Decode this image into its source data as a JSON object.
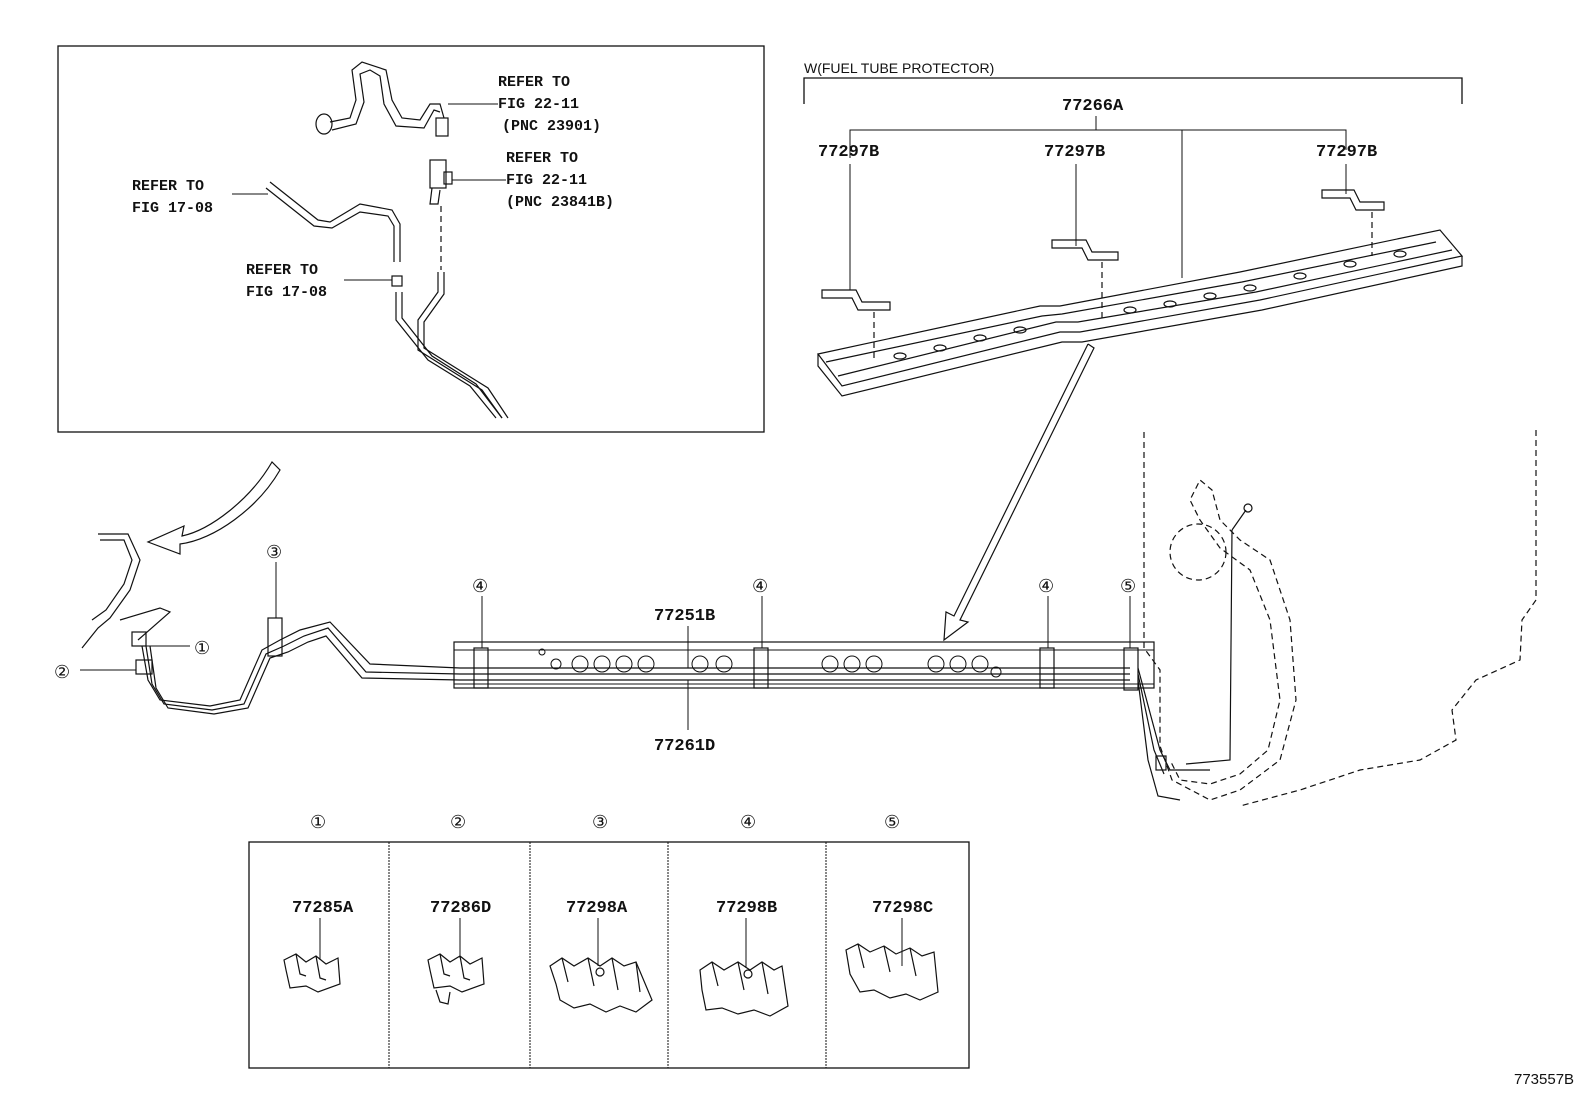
{
  "inset": {
    "refer_a_1": "REFER TO",
    "refer_a_2": "FIG 22-11",
    "refer_a_3": "(PNC 23901)",
    "refer_b_1": "REFER TO",
    "refer_b_2": "FIG 22-11",
    "refer_b_3": "(PNC 23841B)",
    "refer_c_1": "REFER TO",
    "refer_c_2": "FIG 17-08",
    "refer_d_1": "REFER TO",
    "refer_d_2": "FIG 17-08"
  },
  "protector": {
    "header": "W(FUEL TUBE PROTECTOR)",
    "main_part": "77266A",
    "bracket_left": "77297B",
    "bracket_mid": "77297B",
    "bracket_right": "77297B"
  },
  "main_assembly": {
    "tube_upper": "77251B",
    "tube_lower": "77261D",
    "clamp_markers": [
      "①",
      "②",
      "③",
      "④",
      "④",
      "④",
      "⑤"
    ]
  },
  "legend": {
    "headers": [
      "①",
      "②",
      "③",
      "④",
      "⑤"
    ],
    "parts": [
      "77285A",
      "77286D",
      "77298A",
      "77298B",
      "77298C"
    ]
  },
  "figure_id": "773557B"
}
